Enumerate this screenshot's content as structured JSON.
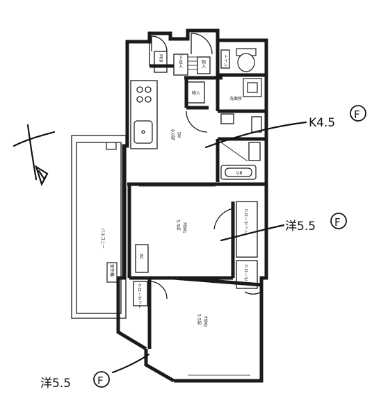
{
  "rooms": {
    "mb": "M/B",
    "shoes": "下足入",
    "storage": "物入",
    "toilet": "トイレ",
    "washroom": "洗面所",
    "closet_kitchen": "物入",
    "unit_bath": "UB",
    "dk": "DK",
    "dk_size": "8.0帖",
    "western1": "洋室1",
    "western1_size": "5.5帖",
    "closet1": "クローゼット",
    "closet_small": "クローゼ",
    "ac": "AC",
    "balcony": "バルコニー",
    "outdoor_unit": "室外機",
    "closet2": "クローゼット",
    "western2": "洋室2",
    "western2_size": "5.5帖"
  },
  "annotations": {
    "kitchen": "K4.5",
    "kitchen_mark": "F",
    "western1": "洋5.5",
    "western1_mark": "F",
    "western2": "洋5.5",
    "western2_mark": "F"
  }
}
